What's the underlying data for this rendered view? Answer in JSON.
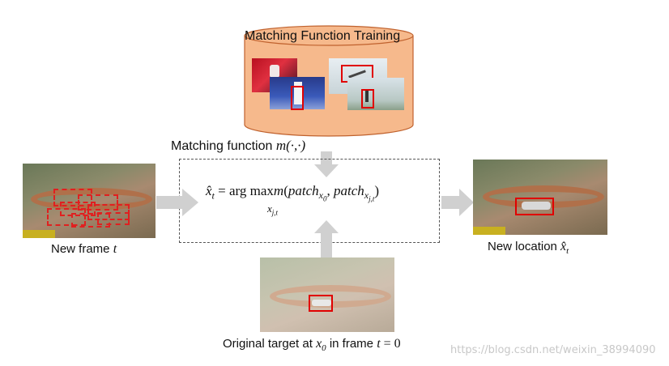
{
  "cylinder": {
    "title": "Matching Function Training",
    "fill": "#f6b98c",
    "stroke": "#c0622e"
  },
  "matching_function_label": {
    "text": "Matching function ",
    "math": "m(·,·)"
  },
  "equation": {
    "lhs": "x̂",
    "lhs_sub": "t",
    "eq": " = arg max",
    "argmax_sub": "x",
    "argmax_sub2": "j,t",
    "fn": "m",
    "open": "(",
    "patch1": "patch",
    "patch1_sub": "x",
    "patch1_subsub": "0",
    "comma": ", ",
    "patch2": "patch",
    "patch2_sub": "x",
    "patch2_subsub": "j,t",
    "close": ")"
  },
  "new_frame": {
    "text": "New frame ",
    "math": "t"
  },
  "new_location": {
    "text": "New location ",
    "math": "x̂",
    "math_sub": "t"
  },
  "original_target": {
    "text1": "Original target at ",
    "math1": "x",
    "math1_sub": "0",
    "text2": " in frame ",
    "math2": "t",
    "text3": " = 0"
  },
  "watermark": "https://blog.csdn.net/weixin_38994090",
  "colors": {
    "arrow": "#d0d0d0",
    "box_red": "#e00000",
    "dash_red": "#e02020"
  }
}
